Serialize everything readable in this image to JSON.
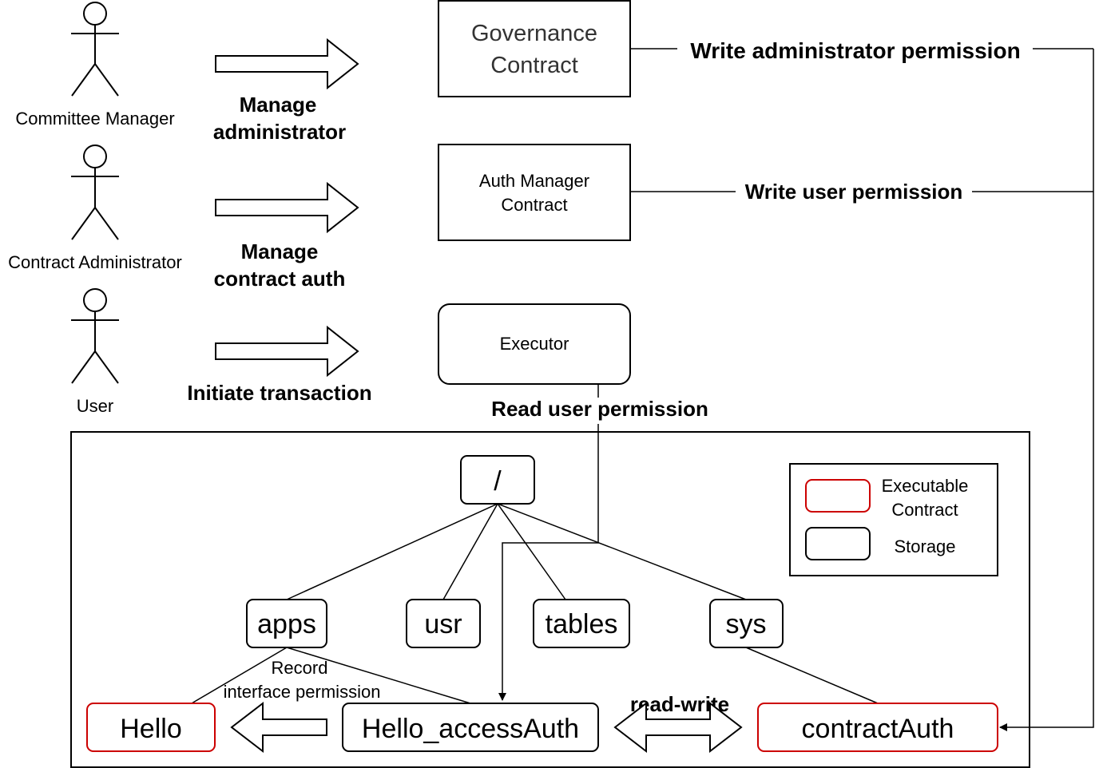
{
  "actors": {
    "committee_manager": "Committee Manager",
    "contract_administrator": "Contract Administrator",
    "user": "User"
  },
  "arrows": {
    "manage_administrator": [
      "Manage",
      "administrator"
    ],
    "manage_contract_auth": [
      "Manage",
      "contract auth"
    ],
    "initiate_transaction": "Initiate transaction"
  },
  "boxes": {
    "governance": [
      "Governance",
      "Contract"
    ],
    "auth_manager": [
      "Auth Manager",
      "Contract"
    ],
    "executor": "Executor"
  },
  "edges": {
    "write_admin": "Write administrator permission",
    "write_user": "Write user permission",
    "read_user": "Read user permission",
    "record_interface": [
      "Record",
      "interface permission"
    ],
    "read_write": "read-write"
  },
  "tree": {
    "root": "/",
    "apps": "apps",
    "usr": "usr",
    "tables": "tables",
    "sys": "sys",
    "hello": "Hello",
    "hello_access_auth": "Hello_accessAuth",
    "contract_auth": "contractAuth"
  },
  "legend": {
    "executable": [
      "Executable",
      "Contract"
    ],
    "storage": "Storage"
  },
  "colors": {
    "executable_border": "#cc0000",
    "storage_border": "#000000"
  }
}
